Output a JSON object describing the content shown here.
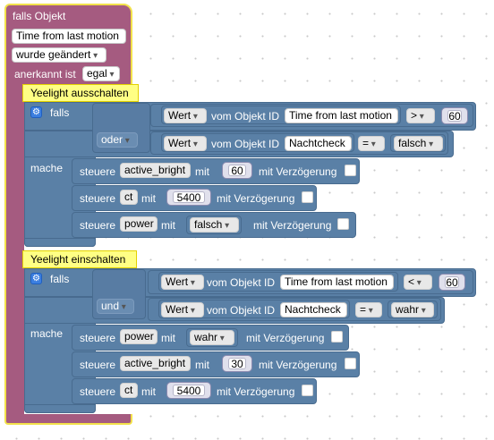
{
  "trigger": {
    "title": "falls Objekt",
    "object_id": "Time from last motion",
    "condition": "wurde geändert",
    "ack_label": "anerkannt ist",
    "ack_value": "egal"
  },
  "group1": {
    "comment": "Yeelight ausschalten",
    "if_label": "falls",
    "do_label": "mache",
    "cond1": {
      "val_dd": "Wert",
      "obj_label": "vom Objekt ID",
      "obj": "Time from last motion",
      "op": ">",
      "num": "60"
    },
    "logic": "oder",
    "cond2": {
      "val_dd": "Wert",
      "obj_label": "vom Objekt ID",
      "obj": "Nachtcheck",
      "op": "=",
      "val": "falsch"
    },
    "actions": [
      {
        "steuere": "steuere",
        "target": "active_bright",
        "mit": "mit",
        "value": "60",
        "delay": "mit Verzögerung"
      },
      {
        "steuere": "steuere",
        "target": "ct",
        "mit": "mit",
        "value": "5400",
        "delay": "mit Verzögerung"
      },
      {
        "steuere": "steuere",
        "target": "power",
        "mit": "mit",
        "value": "falsch",
        "delay": "mit Verzögerung"
      }
    ]
  },
  "group2": {
    "comment": "Yeelight einschalten",
    "if_label": "falls",
    "do_label": "mache",
    "cond1": {
      "val_dd": "Wert",
      "obj_label": "vom Objekt ID",
      "obj": "Time from last motion",
      "op": "<",
      "num": "60"
    },
    "logic": "und",
    "cond2": {
      "val_dd": "Wert",
      "obj_label": "vom Objekt ID",
      "obj": "Nachtcheck",
      "op": "=",
      "val": "wahr"
    },
    "actions": [
      {
        "steuere": "steuere",
        "target": "power",
        "mit": "mit",
        "value": "wahr",
        "delay": "mit Verzögerung"
      },
      {
        "steuere": "steuere",
        "target": "active_bright",
        "mit": "mit",
        "value": "30",
        "delay": "mit Verzögerung"
      },
      {
        "steuere": "steuere",
        "target": "ct",
        "mit": "mit",
        "value": "5400",
        "delay": "mit Verzögerung"
      }
    ]
  },
  "colors": {
    "event_block": "#a55b80",
    "logic_block": "#5a80a6",
    "comment": "#ffff84",
    "hat_border": "#f2e14a"
  },
  "icons": {
    "mutator": "gear-icon"
  }
}
